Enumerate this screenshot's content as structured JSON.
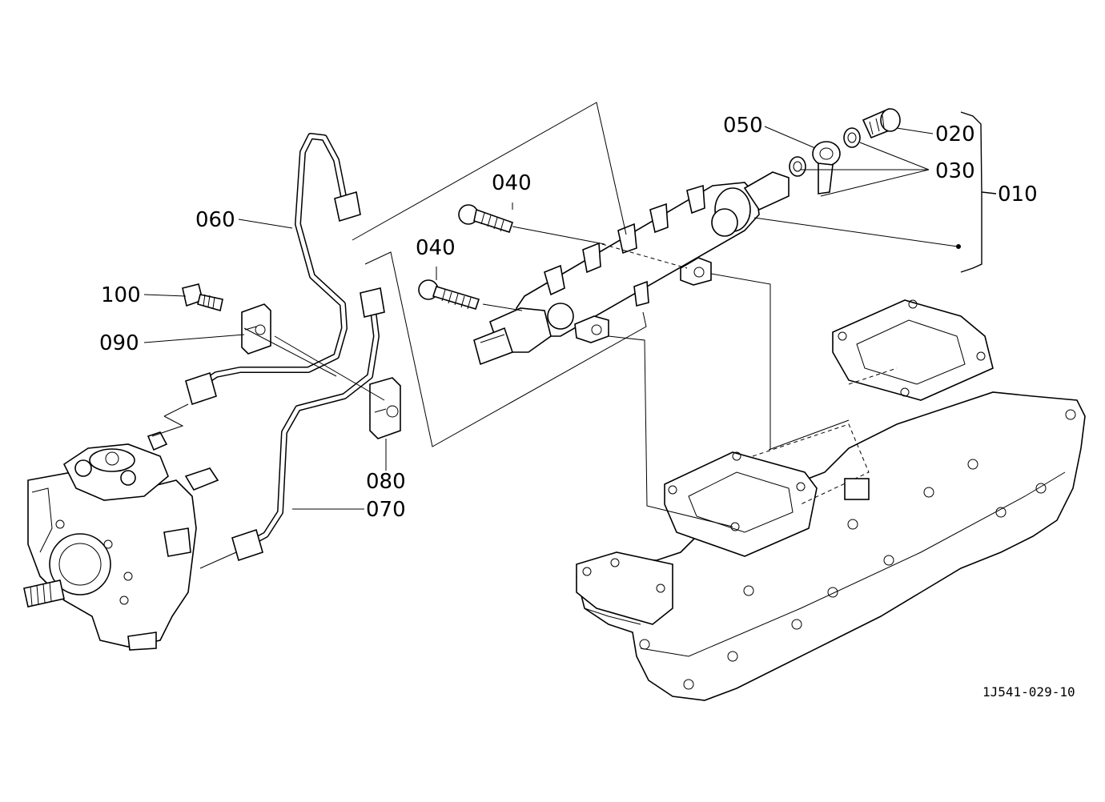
{
  "diagram": {
    "drawing_code": "1J541-029-10",
    "callouts": {
      "c010": "010",
      "c020": "020",
      "c030": "030",
      "c040a": "040",
      "c040b": "040",
      "c050": "050",
      "c060": "060",
      "c070": "070",
      "c080": "080",
      "c090": "090",
      "c100": "100"
    }
  }
}
